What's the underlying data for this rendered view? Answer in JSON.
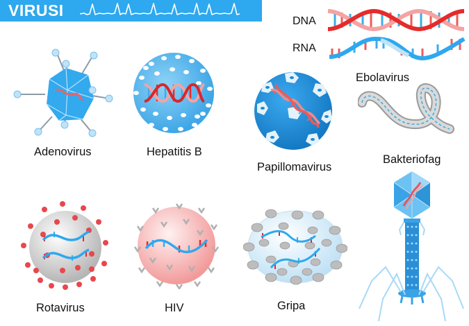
{
  "header": {
    "title": "VIRUSI",
    "bar_color": "#2ea8ef",
    "decoration": "ecg-heartbeat-line"
  },
  "legend": {
    "items": [
      {
        "label": "DNA",
        "icon": "dna-double-helix-icon",
        "colors": [
          "#e52b2b",
          "#f4a3a3",
          "#3aaee8"
        ]
      },
      {
        "label": "RNA",
        "icon": "rna-single-strand-icon",
        "colors": [
          "#2ea8ef",
          "#bfe4f7",
          "#f05a5a"
        ]
      }
    ]
  },
  "viruses": [
    {
      "name": "Adenovirus",
      "shape": "icosahedron-with-fibers",
      "color": "#33a9ee"
    },
    {
      "name": "Hepatitis B",
      "shape": "spotted-sphere",
      "color": "#5bbcf0"
    },
    {
      "name": "Papillomavirus",
      "shape": "capsomere-sphere",
      "color": "#1e88d2"
    },
    {
      "name": "Ebolavirus",
      "shape": "filament-loop",
      "color": "#b8b8b8"
    },
    {
      "name": "Bakteriofag",
      "shape": "head-tail-phage",
      "color": "#4ab3ee"
    },
    {
      "name": "Rotavirus",
      "shape": "grey-sphere-red-spikes",
      "color": "#d9d9d9"
    },
    {
      "name": "HIV",
      "shape": "pink-sphere-spikes",
      "color": "#f7c1c1"
    },
    {
      "name": "Gripa",
      "shape": "pale-sphere-grey-clusters",
      "color": "#dceef9"
    }
  ]
}
